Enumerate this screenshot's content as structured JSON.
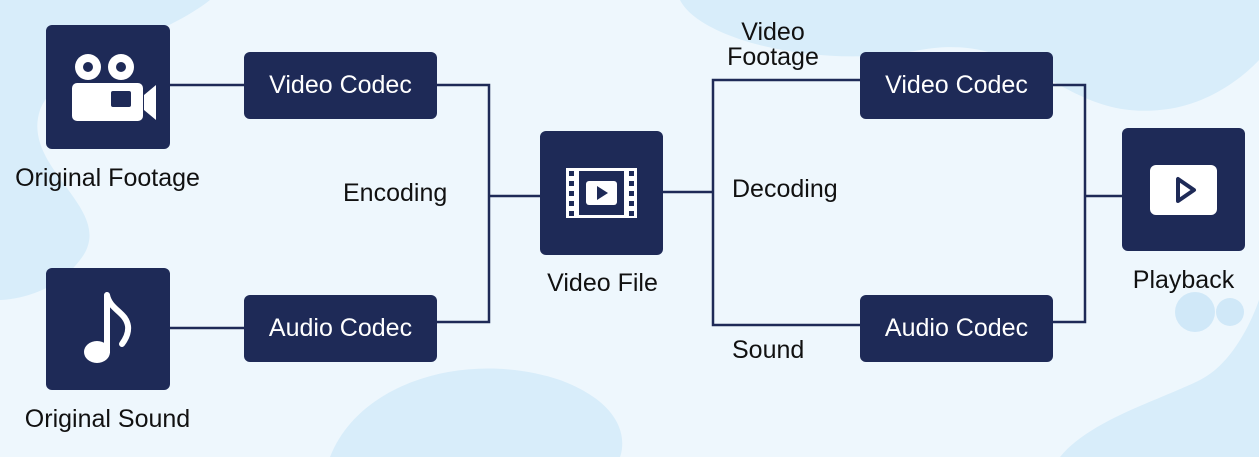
{
  "colors": {
    "node": "#1e2a57",
    "line": "#1e2a57",
    "background": "#eef7fd",
    "blob": "#d4ebfa"
  },
  "nodes": {
    "original_footage": {
      "label": "Original Footage",
      "icon": "video-camera-icon"
    },
    "original_sound": {
      "label": "Original Sound",
      "icon": "music-note-icon"
    },
    "video_file": {
      "label": "Video File",
      "icon": "film-strip-icon"
    },
    "playback": {
      "label": "Playback",
      "icon": "play-icon"
    }
  },
  "codecs": {
    "encode_video": "Video Codec",
    "encode_audio": "Audio Codec",
    "decode_video": "Video Codec",
    "decode_audio": "Audio Codec"
  },
  "stages": {
    "encoding": "Encoding",
    "decoding": "Decoding",
    "video_footage": "Video\nFootage",
    "sound": "Sound"
  }
}
